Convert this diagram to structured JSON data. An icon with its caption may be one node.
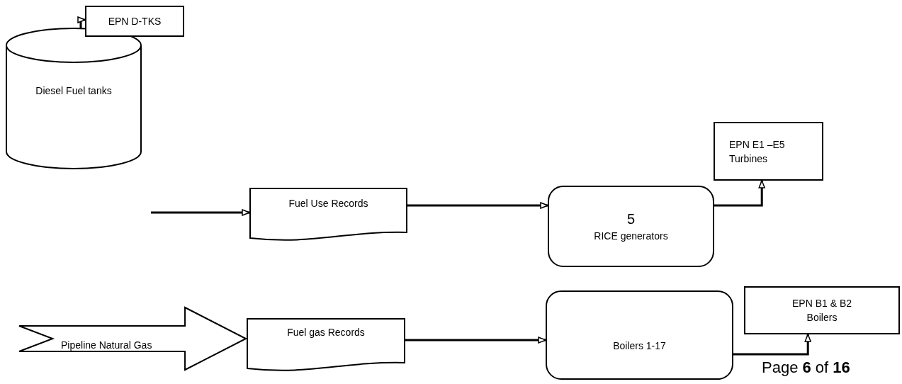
{
  "diagram": {
    "nodes": [
      {
        "text": [
          "Diesel Fuel tanks"
        ]
      },
      {
        "text": [
          "EPN D-TKS"
        ]
      },
      {
        "text": [
          "Fuel Use Records"
        ]
      },
      {
        "text": [
          "5",
          "RICE generators"
        ]
      },
      {
        "text": [
          "EPN E1 –E5",
          "Turbines"
        ]
      },
      {
        "text": [
          "Pipeline Natural Gas"
        ]
      },
      {
        "text": [
          "Fuel gas Records"
        ]
      },
      {
        "text": [
          "Boilers 1-17"
        ]
      },
      {
        "text": [
          "EPN B1 & B2",
          "Boilers"
        ]
      }
    ],
    "edges": [
      {
        "from": 0,
        "to": 1,
        "arrow": "to"
      },
      {
        "from": null,
        "to": 2,
        "arrow": "to"
      },
      {
        "from": 2,
        "to": 3,
        "arrow": "to"
      },
      {
        "from": 3,
        "to": 4,
        "arrow": "to"
      },
      {
        "from": 6,
        "to": 7,
        "arrow": "to"
      },
      {
        "from": 7,
        "to": 8,
        "arrow": "to"
      }
    ],
    "labels": [
      "Page **6** of **16**"
    ]
  }
}
